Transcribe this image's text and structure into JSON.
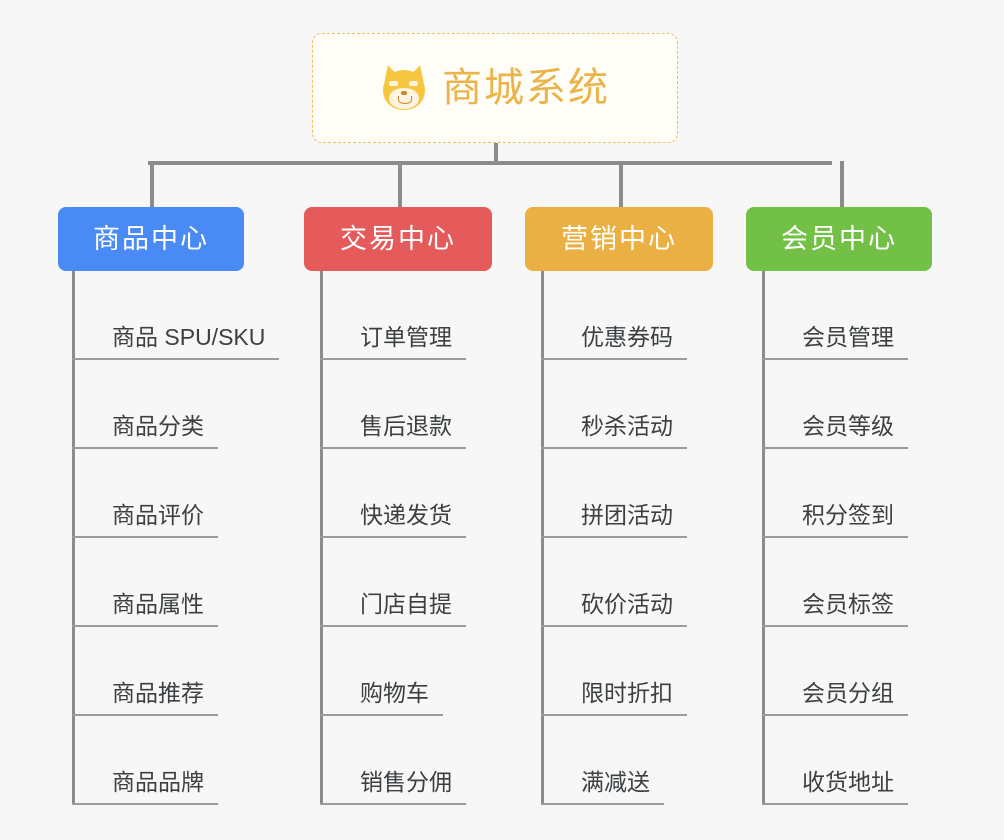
{
  "page": {
    "background_color": "#f7f7f7",
    "type": "org-chart"
  },
  "root": {
    "title": "商城系统",
    "icon": "shiba-dog-emoji",
    "title_color": "#eab44a",
    "border_color": "#eebe5e",
    "background_color": "#fffdf7"
  },
  "connector": {
    "color": "#8c8c8c"
  },
  "columns": [
    {
      "label": "商品中心",
      "color": "#4a8af4",
      "text_color": "#ffffff",
      "items": [
        "商品 SPU/SKU",
        "商品分类",
        "商品评价",
        "商品属性",
        "商品推荐",
        "商品品牌"
      ]
    },
    {
      "label": "交易中心",
      "color": "#e55b5b",
      "text_color": "#ffffff",
      "items": [
        "订单管理",
        "售后退款",
        "快递发货",
        "门店自提",
        "购物车",
        "销售分佣"
      ]
    },
    {
      "label": "营销中心",
      "color": "#eab043",
      "text_color": "#ffffff",
      "items": [
        "优惠券码",
        "秒杀活动",
        "拼团活动",
        "砍价活动",
        "限时折扣",
        "满减送"
      ]
    },
    {
      "label": "会员中心",
      "color": "#72c045",
      "text_color": "#ffffff",
      "items": [
        "会员管理",
        "会员等级",
        "积分签到",
        "会员标签",
        "会员分组",
        "收货地址"
      ]
    }
  ]
}
